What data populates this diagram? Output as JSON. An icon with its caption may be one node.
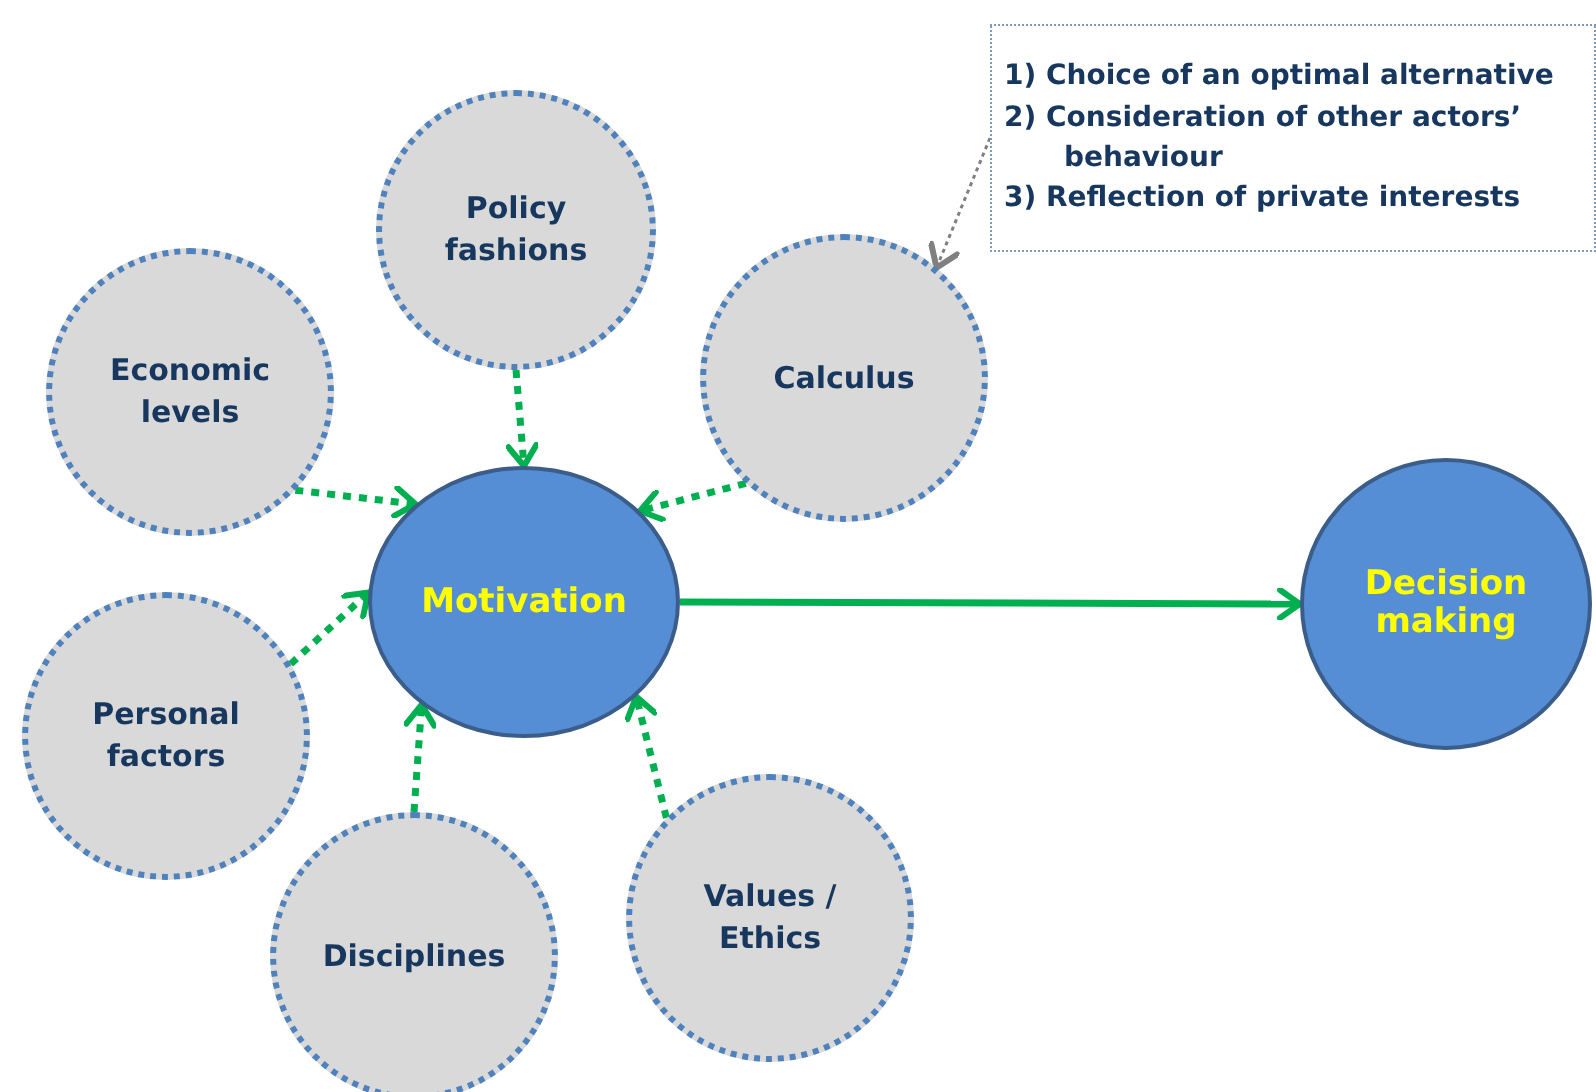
{
  "diagram": {
    "nodes": [
      {
        "text": [
          "Policy fashions"
        ]
      },
      {
        "text": [
          "Economic levels"
        ]
      },
      {
        "text": [
          "Calculus"
        ]
      },
      {
        "text": [
          "Motivation"
        ]
      },
      {
        "text": [
          "Decision making"
        ]
      },
      {
        "text": [
          "Personal factors"
        ]
      },
      {
        "text": [
          "Disciplines"
        ]
      },
      {
        "text": [
          "Values / Ethics"
        ]
      },
      {
        "text": [
          "1) Choice of an optimal alternative",
          "2) Consideration of other actors’ behaviour",
          "3) Reflection of private interests"
        ]
      }
    ],
    "edges": [
      {
        "from": 0,
        "to": 3,
        "arrow": "to",
        "style": "dashed"
      },
      {
        "from": 1,
        "to": 3,
        "arrow": "to",
        "style": "dashed"
      },
      {
        "from": 2,
        "to": 3,
        "arrow": "to",
        "style": "dashed"
      },
      {
        "from": 5,
        "to": 3,
        "arrow": "to",
        "style": "dashed"
      },
      {
        "from": 6,
        "to": 3,
        "arrow": "to",
        "style": "dashed"
      },
      {
        "from": 7,
        "to": 3,
        "arrow": "to",
        "style": "dashed"
      },
      {
        "from": 3,
        "to": 4,
        "arrow": "to"
      },
      {
        "from": 8,
        "to": 2,
        "arrow": "to",
        "style": "dashed",
        "color": "#808080"
      }
    ]
  }
}
